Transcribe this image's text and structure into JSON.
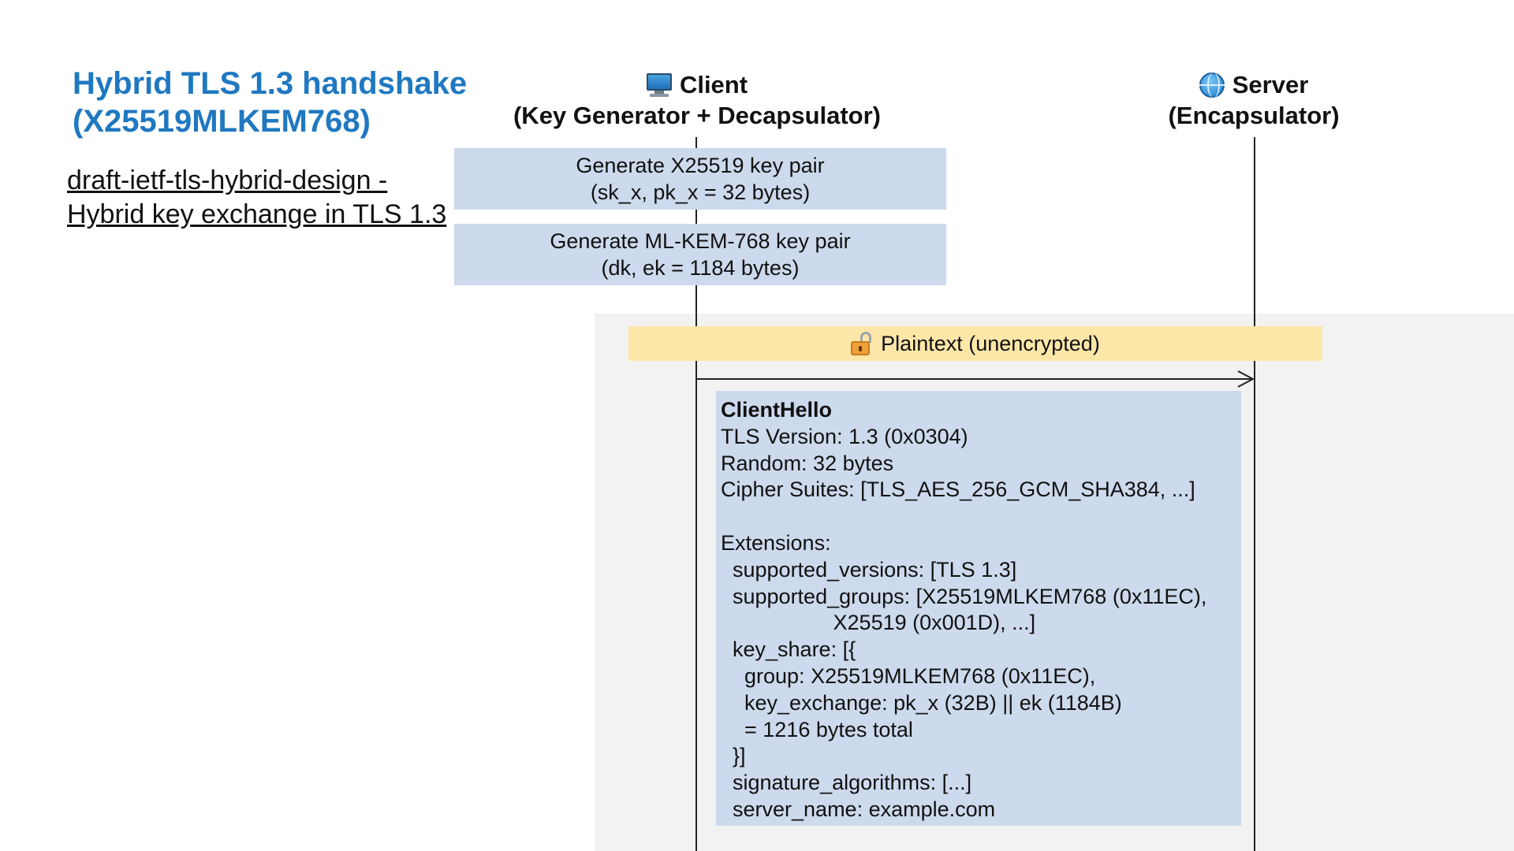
{
  "title": {
    "line1": "Hybrid TLS 1.3 handshake",
    "line2": "(X25519MLKEM768)"
  },
  "spec_link": {
    "line1": "draft-ietf-tls-hybrid-design -",
    "line2": "Hybrid key exchange in TLS 1.3"
  },
  "participants": {
    "client": {
      "icon": "desktop-computer-icon",
      "name": "Client",
      "role": "(Key Generator + Decapsulator)"
    },
    "server": {
      "icon": "globe-icon",
      "name": "Server",
      "role": "(Encapsulator)"
    }
  },
  "notes": {
    "gen_x25519": {
      "line1": "Generate X25519 key pair",
      "line2": "(sk_x, pk_x = 32 bytes)"
    },
    "gen_mlkem": {
      "line1": "Generate ML-KEM-768 key pair",
      "line2": "(dk, ek = 1184 bytes)"
    }
  },
  "phase": {
    "icon": "unlocked-padlock-icon",
    "label": "Plaintext (unencrypted)"
  },
  "client_hello": {
    "heading": "ClientHello",
    "lines": [
      "TLS Version: 1.3 (0x0304)",
      "Random: 32 bytes",
      "Cipher Suites: [TLS_AES_256_GCM_SHA384, ...]",
      "",
      "Extensions:",
      "  supported_versions: [TLS 1.3]",
      "  supported_groups: [X25519MLKEM768 (0x11EC),",
      "                   X25519 (0x001D), ...]",
      "  key_share: [{",
      "    group: X25519MLKEM768 (0x11EC),",
      "    key_exchange: pk_x (32B) || ek (1184B)",
      "    = 1216 bytes total",
      "  }]",
      "  signature_algorithms: [...]",
      "  server_name: example.com"
    ]
  },
  "colors": {
    "title": "#1f78c1",
    "note_fill": "#cdd9ec",
    "plaintext_fill": "#fde7a8",
    "phase_band": "#f2f2f2"
  }
}
